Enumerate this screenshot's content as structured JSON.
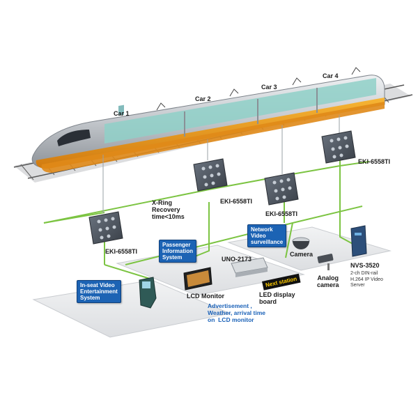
{
  "cars": {
    "car1": "Car 1",
    "car2": "Car 2",
    "car3": "Car 3",
    "car4": "Car 4"
  },
  "switches": {
    "sw1": "EKI-6558TI",
    "sw2": "EKI-6558TI",
    "sw3": "EKI-6558TI",
    "sw4": "EKI-6558TI"
  },
  "ring_note": "X-Ring\nRecovery\ntime<10ms",
  "tags": {
    "network_video": "Network\nVideo\nsurveillance",
    "passenger_info": "Passenger\nInformation\nSystem",
    "in_seat": "In-seat Video\nEntertainment\nSystem"
  },
  "devices": {
    "camera": "Camera",
    "analog_camera": "Analog\ncamera",
    "nvs_name": "NVS-3520",
    "nvs_desc": "2-ch DIN-rail\nH.264 IP Video\nServer",
    "uno": "UNO-2173",
    "lcd_monitor": "LCD Monitor",
    "led_board": "LED display\nboard",
    "led_sign_text": "Next station"
  },
  "advertisement_note": "Advertisement ,\nWeather, arrival time\non  LCD monitor",
  "colors": {
    "ring_line": "#7cc442",
    "tag_bg": "#1c63b4",
    "train_orange": "#f0a020",
    "train_silver": "#c9cdd2",
    "window_teal": "#8fd0c8",
    "platform": "#e9eaec"
  }
}
